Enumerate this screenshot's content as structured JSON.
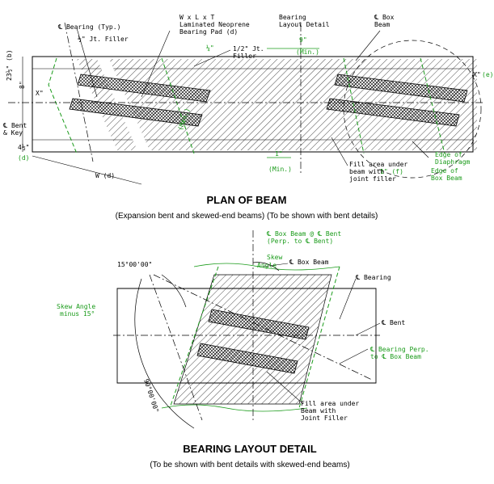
{
  "plan": {
    "title": "PLAN OF BEAM",
    "subtitle": "(Expansion bent and skewed-end beams) (To be shown with bent details)",
    "labels": {
      "cl_bearing_typ": "℄ Bearing (Typ.)",
      "jt_filler_half": "½\" Jt. Filler",
      "pad_line1": "W x L x T",
      "pad_line2": "Laminated Neoprene",
      "pad_line3": "Bearing Pad (d)",
      "bearing_layout_1": "Bearing",
      "bearing_layout_2": "Layout Detail",
      "cl_box_1": "℄ Box",
      "cl_box_2": "Beam",
      "jt_filler_1": "1/2\" Jt.",
      "jt_filler_2": "Filler",
      "dim_9in": "9\"",
      "dim_min": "(Min.)",
      "dim_1in": "1\"",
      "dim_1in_min": "(Min.)",
      "dim_23": "23½\" (b)",
      "dim_8": "8\"",
      "dim_x_left": "X\"",
      "dim_x_right": "X\"",
      "dim_e": "(e)",
      "dim_4half": "4½\"",
      "dim_d": "(d)",
      "cl_bent_1": "℄ Bent",
      "cl_bent_2": "& Key",
      "dim_w": "W (d)",
      "dim_min_small": "(Min.)",
      "dim_quarter": "¼\"",
      "fill_1": "Fill area under",
      "fill_2": "beam with",
      "fill_3": "joint filler",
      "dim_1f": "1\" (f)",
      "edge_diaph_1": "Edge of",
      "edge_diaph_2": "Diaphragm",
      "edge_box_1": "Edge of",
      "edge_box_2": "Box Beam"
    }
  },
  "layout": {
    "title": "BEARING LAYOUT DETAIL",
    "subtitle": "(To be shown with bent details with skewed-end beams)",
    "labels": {
      "cl_box_perp_1": "℄ Box Beam @ ℄ Bent",
      "cl_box_perp_2": "(Perp. to ℄ Bent)",
      "skew": "Skew",
      "angle": "Angle",
      "cl_box_beam": "℄ Box Beam",
      "angle_15": "15°00'00\"",
      "skew_minus_1": "Skew Angle",
      "skew_minus_2": "minus 15°",
      "cl_bearing": "℄ Bearing",
      "cl_bent": "℄ Bent",
      "cl_bearing_perp_1": "℄ Bearing Perp.",
      "cl_bearing_perp_2": "to ℄ Box Beam",
      "angle_90": "90°00'00\"",
      "fill_1": "Fill area under",
      "fill_2": "Beam with",
      "fill_3": "Joint Filler"
    }
  },
  "colors": {
    "ink": "#000000",
    "accent": "#1a9b1a"
  }
}
